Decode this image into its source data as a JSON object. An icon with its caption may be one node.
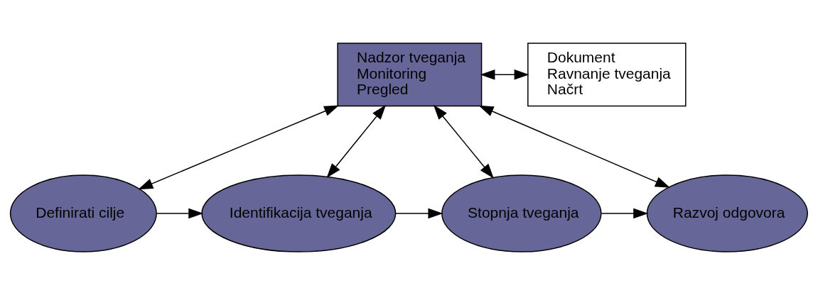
{
  "diagram": {
    "nodes": [
      {
        "text": [
          "Nadzor tveganja",
          "Monitoring",
          "Pregled"
        ]
      },
      {
        "text": [
          "Dokument",
          "Ravnanje tveganja",
          "Načrt"
        ]
      },
      {
        "text": [
          "Definirati cilje"
        ]
      },
      {
        "text": [
          "Identifikacija tveganja"
        ]
      },
      {
        "text": [
          "Stopnja tveganja"
        ]
      },
      {
        "text": [
          "Razvoj odgovora"
        ]
      }
    ],
    "edges": [
      {
        "from": 0,
        "to": 1,
        "arrow": "both"
      },
      {
        "from": 0,
        "to": 2,
        "arrow": "both"
      },
      {
        "from": 0,
        "to": 3,
        "arrow": "both"
      },
      {
        "from": 0,
        "to": 4,
        "arrow": "both"
      },
      {
        "from": 0,
        "to": 5,
        "arrow": "both"
      },
      {
        "from": 2,
        "to": 3,
        "arrow": "to"
      },
      {
        "from": 3,
        "to": 4,
        "arrow": "to"
      },
      {
        "from": 4,
        "to": 5,
        "arrow": "to"
      }
    ]
  }
}
